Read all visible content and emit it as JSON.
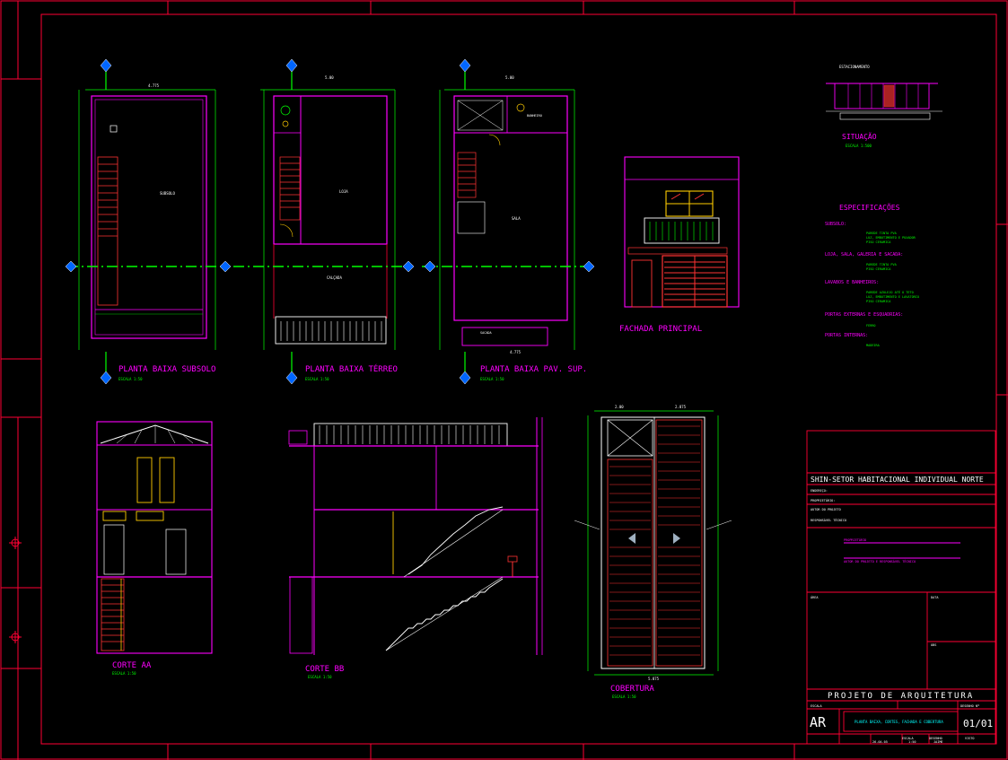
{
  "drawings": {
    "planta_subsolo": {
      "title": "PLANTA BAIXA SUBSOLO",
      "scale": "ESCALA 1:50",
      "room": "SUBSOLO",
      "dim_top": "4.775"
    },
    "planta_terreo": {
      "title": "PLANTA BAIXA TÉRREO",
      "scale": "ESCALA 1:50",
      "rooms": [
        "LOJA",
        "CALÇADA"
      ],
      "dim_top": "5.00"
    },
    "planta_sup": {
      "title": "PLANTA BAIXA PAV. SUP.",
      "scale": "ESCALA 1:50",
      "rooms": [
        "SALA",
        "BANHEIRO",
        "SACADA"
      ],
      "dim_top": "5.00",
      "dim_bottom": "4.775"
    },
    "fachada": {
      "title": "FACHADA PRINCIPAL"
    },
    "situacao": {
      "title": "SITUAÇÃO",
      "scale": "ESCALA 1:500",
      "street": "ESTACIONAMENTO"
    },
    "corte_aa": {
      "title": "CORTE AA",
      "scale": "ESCALA 1:50"
    },
    "corte_bb": {
      "title": "CORTE BB",
      "scale": "ESCALA 1:50"
    },
    "cobertura": {
      "title": "COBERTURA",
      "scale": "ESCALA 1:50",
      "dim_top_left": "2.00",
      "dim_top_right": "2.875",
      "dim_bottom": "5.875"
    }
  },
  "especificacoes": {
    "title": "ESPECIFICAÇÕES",
    "items": [
      {
        "label": "SUBSOLO:",
        "details": [
          "PAREDE TINTA PVA",
          "LUZ, EMBUTIMENTO E PUXADOR",
          "PISO CERAMICA"
        ]
      },
      {
        "label": "LOJA, SALA, GALERIA E SACADA:",
        "details": [
          "PAREDE TINTA PVA",
          "PISO CERAMICA"
        ]
      },
      {
        "label": "LAVABOS E BANHEIROS:",
        "details": [
          "PAREDE AZULEJO ATÉ O TETO",
          "LUZ, EMBUTIMENTO E LAVATÓRIO",
          "PISO CERAMICA"
        ]
      },
      {
        "label": "PORTAS EXTERNAS E ESQUADRIAS:",
        "details": [
          "FERRO"
        ]
      },
      {
        "label": "PORTAS INTERNAS:",
        "details": [
          "MADEIRA"
        ]
      }
    ]
  },
  "title_block": {
    "project": "SHIN-SETOR HABITACIONAL INDIVIDUAL NORTE",
    "fields": [
      "ENDEREÇO:",
      "PROPRIETÁRIO:",
      "AUTOR DO PROJETO",
      "RESPONSÁVEL TÉCNICO"
    ],
    "sig_lines": [
      "PROPRIETÁRIO",
      "AUTOR DO PROJETO E RESPONSÁVEL TÉCNICO"
    ],
    "box_labels": [
      "ÁREA",
      "DATA",
      "OBS"
    ],
    "header": "PROJETO DE ARQUITETURA",
    "unit": "ESCALA",
    "drawing_code_label": "DESENHO Nº",
    "code": "AR",
    "sheet_desc": "PLANTA BAIXA, CORTES, FACHADA E COBERTURA",
    "sheet_number": "01/01",
    "bottom_labels": [
      "ESCALA",
      "DESENHO",
      "VISTO"
    ],
    "bottom_values": [
      "1:50",
      "JAIME"
    ],
    "date": "26-04-05"
  },
  "colors": {
    "background": "#000000",
    "frame": "#ff0033",
    "walls": "#ff00ff",
    "dims": "#00ff00",
    "text": "#ffffff",
    "stairs": "#ff3333",
    "windows": "#ffcc00",
    "axis_marker": "#0066ff"
  }
}
